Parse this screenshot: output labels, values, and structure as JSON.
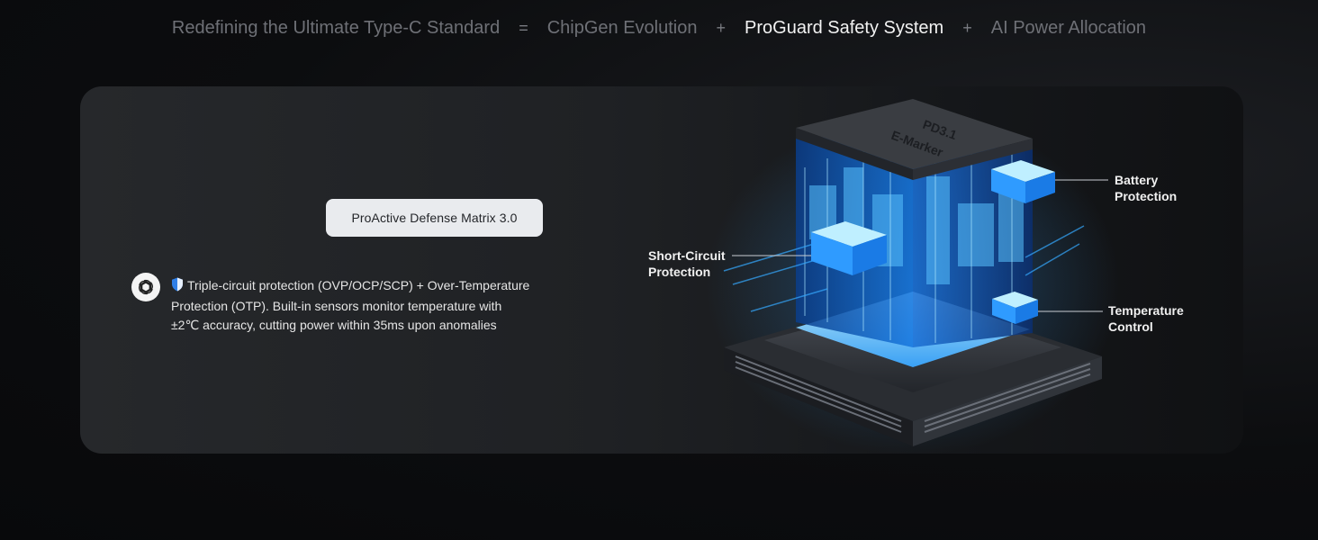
{
  "nav": {
    "items": [
      {
        "label": "Redefining the Ultimate Type-C Standard",
        "active": false
      },
      {
        "label": "ChipGen Evolution",
        "active": false
      },
      {
        "label": "ProGuard Safety System",
        "active": true
      },
      {
        "label": "AI Power Allocation",
        "active": false
      }
    ],
    "separators": [
      "=",
      "+",
      "+"
    ]
  },
  "card": {
    "pill_label": "ProActive Defense Matrix 3.0",
    "feature": {
      "icon": "openai-logo-icon",
      "badge_icon": "shield-icon",
      "line1": "Triple-circuit protection (OVP/OCP/SCP) + Over-Temperature",
      "line2": "Protection (OTP).  Built-in sensors monitor temperature with",
      "line3": "±2℃ accuracy, cutting power within 35ms upon anomalies"
    }
  },
  "illustration": {
    "chip_label_line1": "PD3.1",
    "chip_label_line2": "E-Marker",
    "callouts": {
      "short_circuit": [
        "Short-Circuit",
        "Protection"
      ],
      "battery": [
        "Battery",
        "Protection"
      ],
      "temperature": [
        "Temperature",
        "Control"
      ]
    },
    "colors": {
      "glow": "#2fa8ff",
      "core": "#8fdcff",
      "chip": "#3a3d42"
    }
  }
}
